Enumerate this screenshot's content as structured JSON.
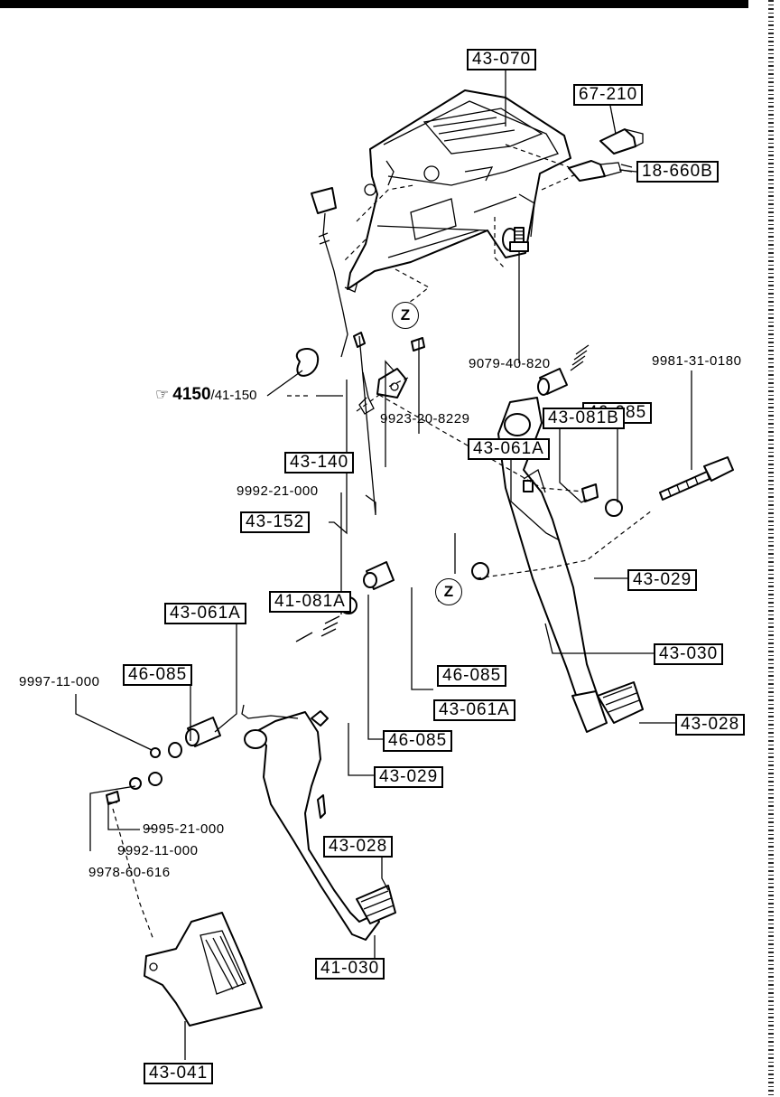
{
  "callouts": {
    "c_43070": "43-070",
    "c_67210": "67-210",
    "c_18660b": "18-660B",
    "c_46085_a": "46-085",
    "c_43081b": "43-081B",
    "c_43061a_a": "43-061A",
    "c_43140": "43-140",
    "c_43152": "43-152",
    "c_43029_a": "43-029",
    "c_43030": "43-030",
    "c_43028_a": "43-028",
    "c_41081a": "41-081A",
    "c_43061a_b": "43-061A",
    "c_46085_b": "46-085",
    "c_46085_c": "46-085",
    "c_43061a_c": "43-061A",
    "c_46085_d": "46-085",
    "c_43029_b": "43-029",
    "c_43028_b": "43-028",
    "c_41030": "41-030",
    "c_43041": "43-041"
  },
  "parts": {
    "p_9079": "9079-40-820",
    "p_99813": "9981-31-0180",
    "p_99232": "9923-20-8229",
    "p_99922": "9992-21-000",
    "p_99971": "9997-11-000",
    "p_99952": "9995-21-000",
    "p_99921": "9992-11-000",
    "p_99786": "9978-60-616"
  },
  "reference": {
    "main": "4150",
    "sub": "/41-150",
    "icon": "pointing-hand-icon"
  },
  "zmarks": {
    "z1": "Z",
    "z2": "Z"
  }
}
